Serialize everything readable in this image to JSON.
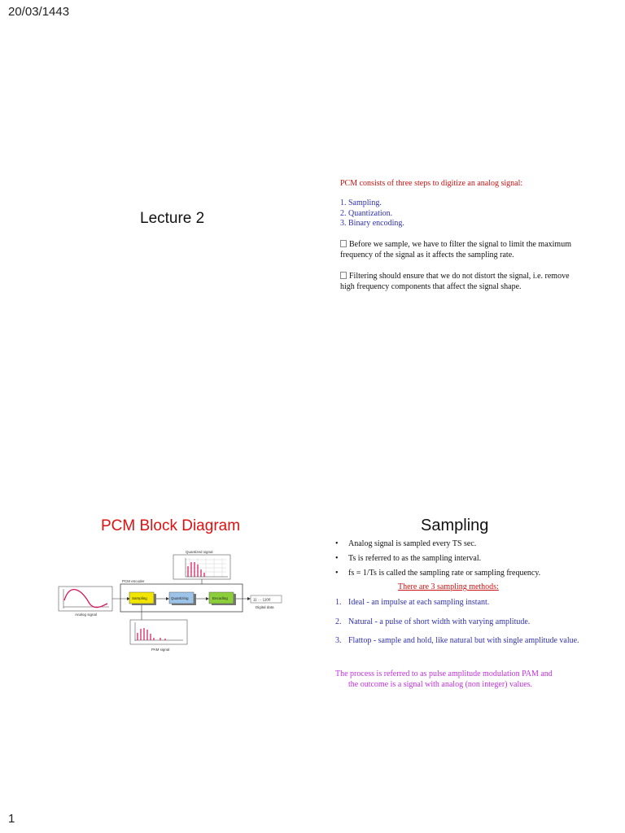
{
  "page": {
    "date": "20/03/1443",
    "number": "1"
  },
  "slide1": {
    "title": "Lecture 2"
  },
  "slide2": {
    "intro": "PCM consists of three steps to digitize an analog signal:",
    "steps": [
      "1. Sampling.",
      "2. Quantization.",
      "3. Binary encoding."
    ],
    "notes": [
      "Before we sample, we have to filter the signal to limit the maximum frequency of the signal as it affects the sampling rate.",
      "Filtering should ensure that we do not distort the signal, i.e. remove high frequency components that affect the signal shape."
    ]
  },
  "slide3": {
    "title": "PCM Block Diagram",
    "diagram": {
      "quantized_label": "Quantized signal",
      "encoder_label": "PCM encoder",
      "analog_label": "Analog signal",
      "pam_label": "PAM signal",
      "digital_label": "Digital data",
      "digital_bits": "11 ··· 1100",
      "blocks": [
        "Sampling",
        "Quantizing",
        "Encoding"
      ],
      "colors": {
        "sampling": "#f2e600",
        "quantizing": "#9cc3e8",
        "encoding": "#8ccf3a",
        "signal": "#d4145a"
      }
    }
  },
  "slide4": {
    "title": "Sampling",
    "bullets": [
      "Analog signal is sampled every TS sec.",
      "Ts is referred to as the sampling interval.",
      "fs = 1/Ts is called the sampling rate or sampling frequency."
    ],
    "methods_heading": "There are 3 sampling methods:",
    "methods": [
      {
        "num": "1.",
        "text": "Ideal - an impulse at each sampling instant."
      },
      {
        "num": "2.",
        "text": "Natural - a pulse of short width with varying amplitude."
      },
      {
        "num": "3.",
        "text": "Flattop - sample and hold, like natural but with single amplitude value."
      }
    ],
    "process_line1": "The process is referred to as pulse amplitude modulation PAM and",
    "process_line2": "the outcome is a signal with analog (non integer) values."
  }
}
